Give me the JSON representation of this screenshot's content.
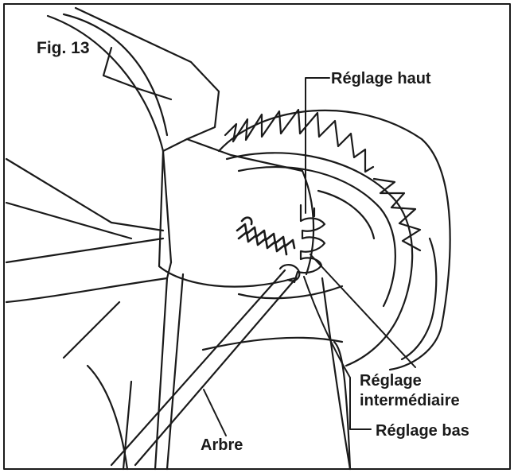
{
  "figure": {
    "title": "Fig. 13",
    "labels": {
      "high": "Réglage haut",
      "intermediate_line1": "Réglage",
      "intermediate_line2": "intermédiaire",
      "low": "Réglage bas",
      "shaft": "Arbre"
    }
  }
}
